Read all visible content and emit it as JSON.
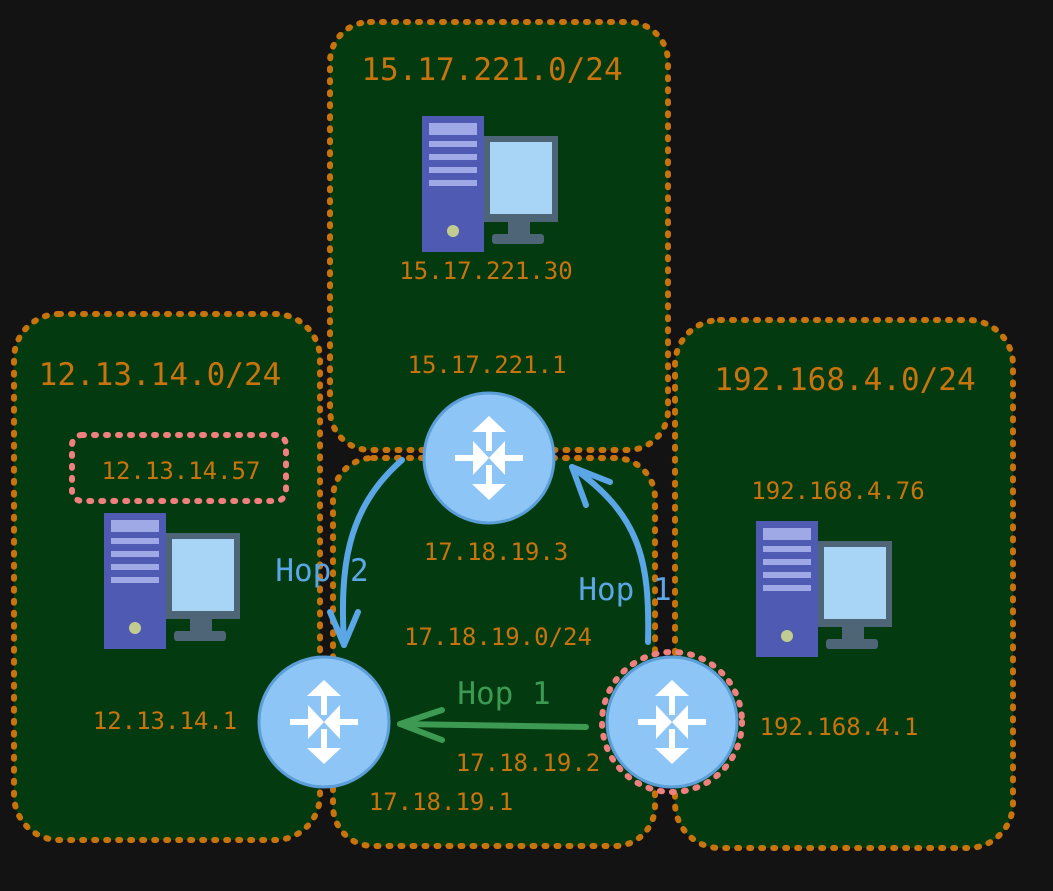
{
  "colors": {
    "background": "#131313",
    "subnet_fill": "#033a10",
    "subnet_border": "#c8740e",
    "text_orange": "#c8740e",
    "router": "#8ec5f7",
    "hop_blue": "#5aa6e6",
    "hop_green": "#3c9a52",
    "highlight": "#f08080"
  },
  "subnets": {
    "top": {
      "label": "15.17.221.0/24",
      "host_ip": "15.17.221.30",
      "gateway_ip": "15.17.221.1"
    },
    "left": {
      "label": "12.13.14.0/24",
      "host_ip": "12.13.14.57",
      "gateway_ip": "12.13.14.1"
    },
    "right": {
      "label": "192.168.4.0/24",
      "host_ip": "192.168.4.76",
      "gateway_ip": "192.168.4.1"
    },
    "middle": {
      "label": "17.18.19.0/24",
      "ip_router_top": "17.18.19.3",
      "ip_router_left": "17.18.19.1",
      "ip_router_right": "17.18.19.2"
    }
  },
  "hops": {
    "right_to_top": "Hop 1",
    "top_to_left": "Hop 2",
    "right_to_left": "Hop 1"
  },
  "icons": {
    "host": "desktop-computer-icon",
    "router": "router-icon"
  }
}
